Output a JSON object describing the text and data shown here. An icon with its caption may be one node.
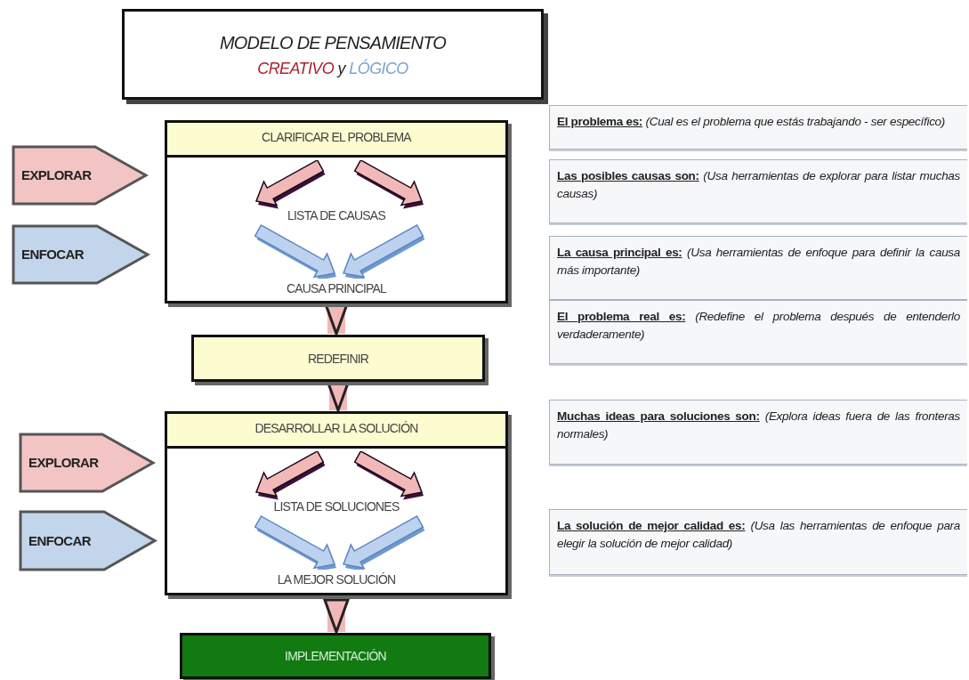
{
  "diagram": {
    "nodes": [
      {
        "text": [
          "MODELO DE PENSAMIENTO",
          "CREATIVO",
          "y",
          "LÓGICO"
        ]
      },
      {
        "text": [
          "CLARIFICAR EL PROBLEMA",
          "LISTA DE CAUSAS",
          "CAUSA PRINCIPAL"
        ]
      },
      {
        "text": [
          "EXPLORAR"
        ]
      },
      {
        "text": [
          "ENFOCAR"
        ]
      },
      {
        "text": [
          "REDEFINIR"
        ]
      },
      {
        "text": [
          "DESARROLLAR LA SOLUCIÓN",
          "LISTA DE SOLUCIONES",
          "LA MEJOR SOLUCIÓN"
        ]
      },
      {
        "text": [
          "EXPLORAR"
        ]
      },
      {
        "text": [
          "ENFOCAR"
        ]
      },
      {
        "text": [
          "IMPLEMENTACIÓN"
        ]
      },
      {
        "text": [
          "El problema es:",
          "(Cual es el problema que estás trabajando - ser específico)"
        ]
      },
      {
        "text": [
          "Las posibles causas son:",
          "(Usa herramientas de explorar para listar muchas causas)"
        ]
      },
      {
        "text": [
          "La causa principal es:",
          "(Usa herramientas de enfoque para definir la causa más importante)"
        ]
      },
      {
        "text": [
          "El problema real es:",
          "(Redefine el problema después de entenderlo verdaderamente)"
        ]
      },
      {
        "text": [
          "Muchas ideas para soluciones son:",
          "(Explora ideas fuera de las fronteras normales)"
        ]
      },
      {
        "text": [
          "La solución de mejor calidad es:",
          "(Usa las herramientas de enfoque para elegir la solución de mejor calidad)"
        ]
      }
    ],
    "edges": [
      {
        "from": 1,
        "to": 4,
        "arrow": "to"
      },
      {
        "from": 4,
        "to": 5,
        "arrow": "to"
      },
      {
        "from": 5,
        "to": 8,
        "arrow": "to"
      }
    ]
  }
}
